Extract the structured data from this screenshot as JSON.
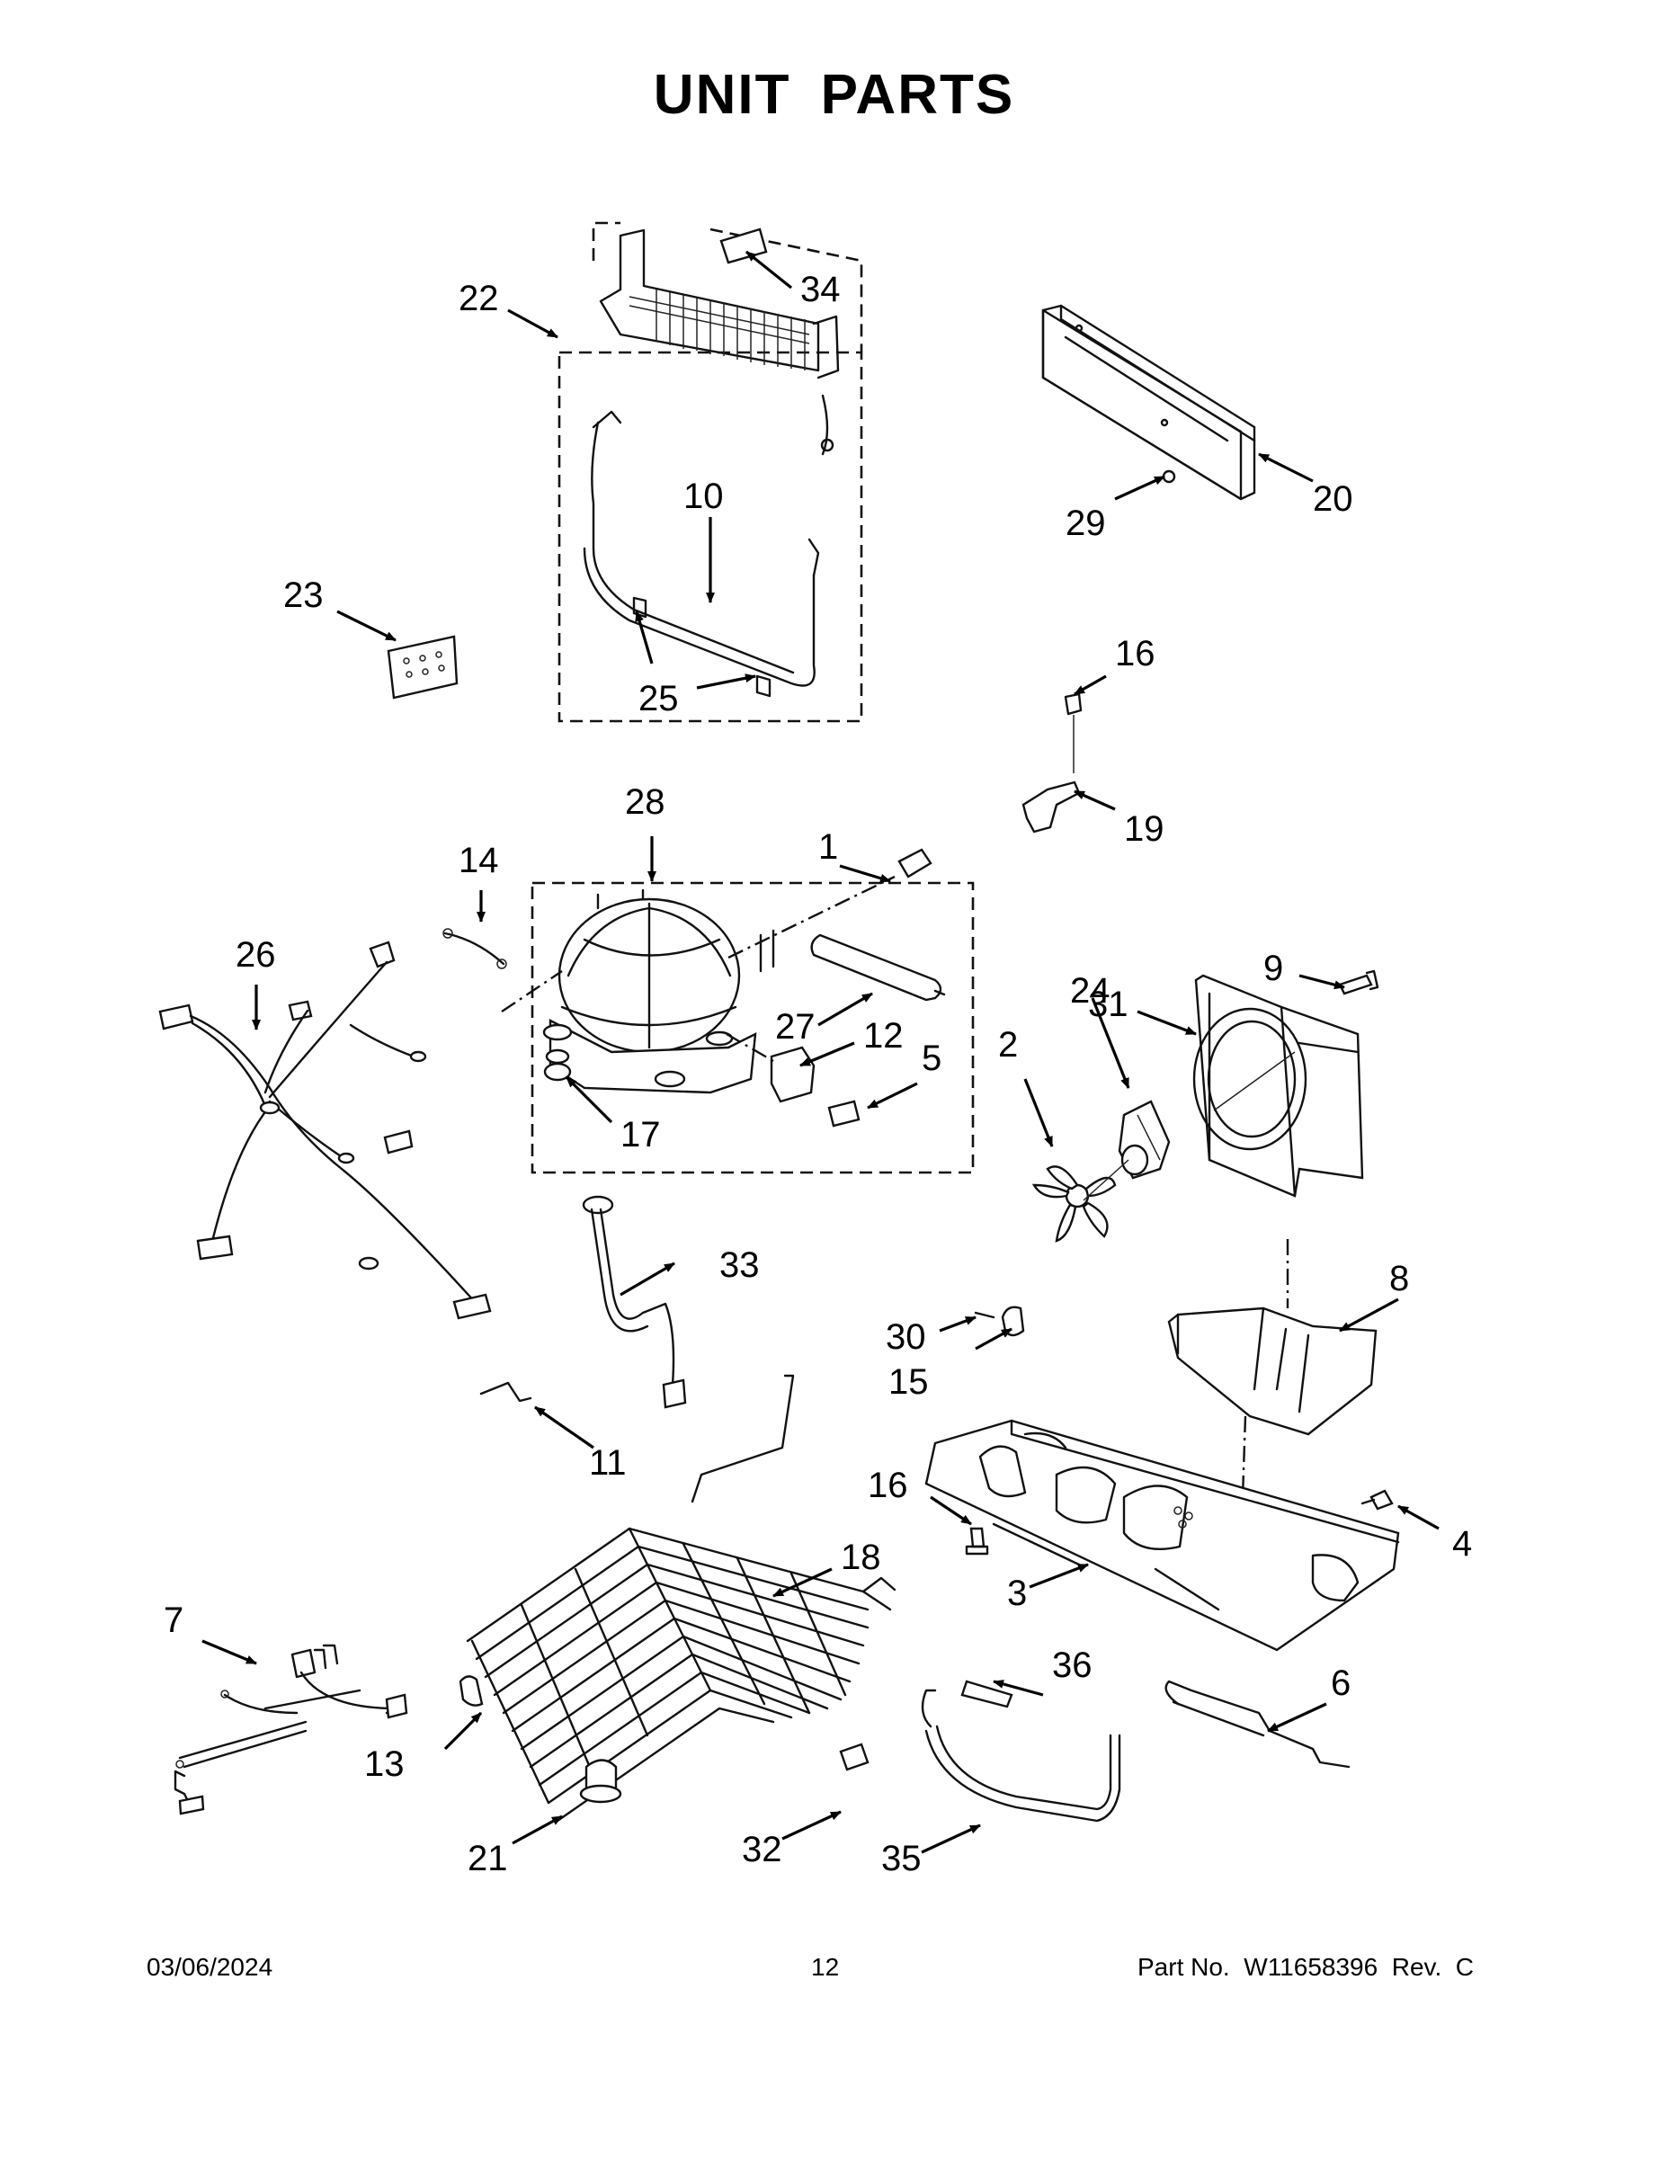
{
  "page": {
    "title": "UNIT PARTS",
    "date": "03/06/2024",
    "page_number": "12",
    "part_number": "Part No.  W11658396  Rev.  C"
  },
  "callouts": [
    "1",
    "2",
    "3",
    "4",
    "5",
    "6",
    "7",
    "8",
    "9",
    "10",
    "11",
    "12",
    "13",
    "14",
    "15",
    "16",
    "16",
    "17",
    "18",
    "19",
    "20",
    "21",
    "22",
    "23",
    "24",
    "25",
    "26",
    "27",
    "28",
    "29",
    "30",
    "31",
    "32",
    "33",
    "34",
    "35",
    "36"
  ]
}
